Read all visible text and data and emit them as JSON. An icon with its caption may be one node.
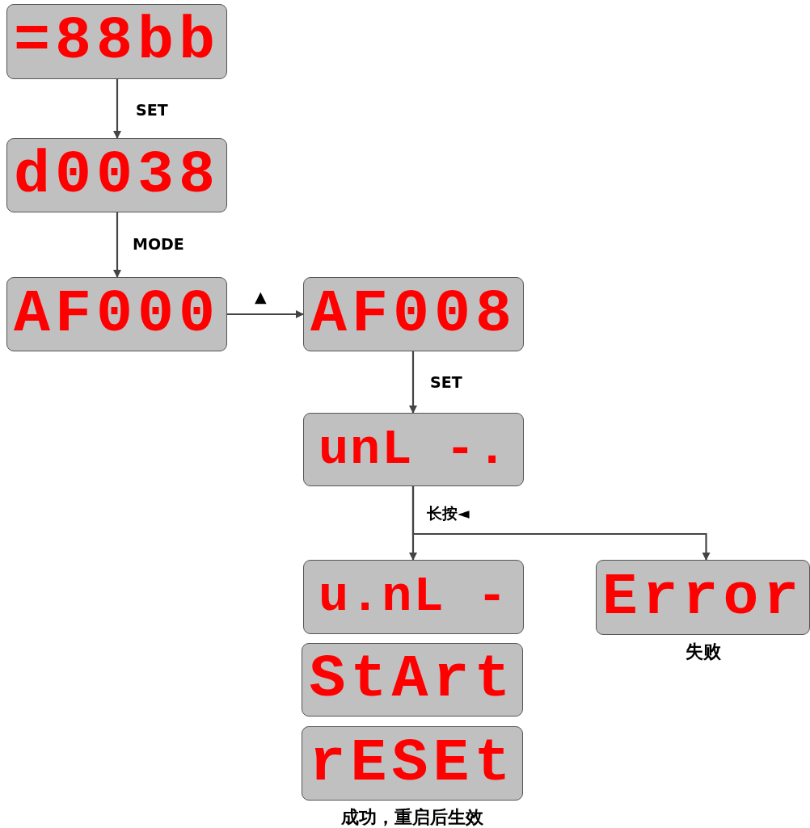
{
  "diagram": {
    "nodes": [
      {
        "text": [
          "=88bb"
        ]
      },
      {
        "text": [
          "d0038"
        ]
      },
      {
        "text": [
          "AF000"
        ]
      },
      {
        "text": [
          "AF008"
        ]
      },
      {
        "text": [
          "unL -."
        ]
      },
      {
        "text": [
          "u.nL -"
        ]
      },
      {
        "text": [
          "StArt"
        ]
      },
      {
        "text": [
          "rESEt"
        ],
        "beside": [
          "成功，重启后生效"
        ]
      },
      {
        "text": [
          "Error"
        ],
        "beside": [
          "失败"
        ]
      }
    ],
    "edges": [
      {
        "from": 0,
        "to": 1,
        "arrow": "to",
        "label": "SET"
      },
      {
        "from": 1,
        "to": 2,
        "arrow": "to",
        "label": "MODE"
      },
      {
        "from": 2,
        "to": 3,
        "arrow": "to",
        "label": "▲"
      },
      {
        "from": 3,
        "to": 4,
        "arrow": "to",
        "label": "SET"
      },
      {
        "from": 4,
        "to": 5,
        "arrow": "to",
        "label": "长按◄"
      },
      {
        "from": 4,
        "to": 8,
        "arrow": "to"
      }
    ]
  }
}
